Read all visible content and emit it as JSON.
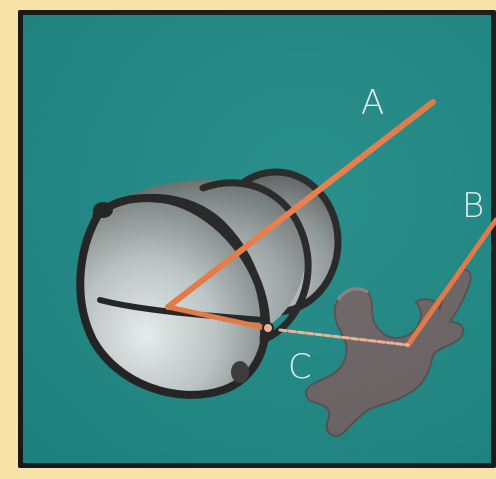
{
  "diagram": {
    "labels": {
      "a": "A",
      "b": "B",
      "c": "C"
    },
    "colors": {
      "background": "#1f8a86",
      "frame": "#1a1a1a",
      "page": "#f7e2a8",
      "line": "#e97a45",
      "sphere_light": "#e4ecec",
      "sphere_dark": "#6f7575",
      "hand": "#6d6565"
    },
    "objects": [
      "sphere-segments",
      "hand",
      "projection-lines"
    ]
  }
}
